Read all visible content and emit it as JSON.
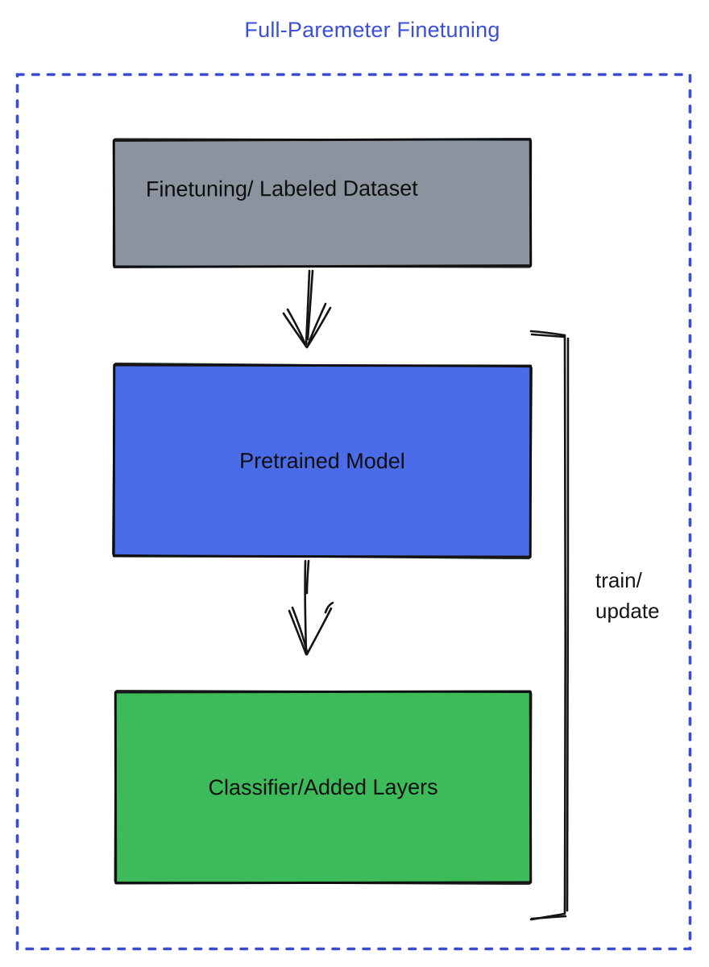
{
  "title": {
    "text": "Full-Paremeter Finetuning",
    "color": "#3b4fd8"
  },
  "diagram": {
    "nodes": [
      {
        "id": "finetuning-dataset",
        "label": "Finetuning/ Labeled Dataset",
        "fill": "#8b949e"
      },
      {
        "id": "pretrained-model",
        "label": "Pretrained Model",
        "fill": "#4b6ce8"
      },
      {
        "id": "classifier-added-layers",
        "label": "Classifier/Added Layers",
        "fill": "#3dbb5b"
      }
    ],
    "edges": [
      {
        "from": "finetuning-dataset",
        "to": "pretrained-model",
        "style": "hand-drawn-arrow-down"
      },
      {
        "from": "pretrained-model",
        "to": "classifier-added-layers",
        "style": "hand-drawn-arrow-down"
      }
    ],
    "bracket": {
      "label_line1": "train/",
      "label_line2": "update",
      "spans": "pretrained-model and classifier-added-layers"
    },
    "colors": {
      "dashed_border": "#3a4cd1",
      "stroke": "#141414",
      "node_text": "#0e0e0e"
    }
  }
}
